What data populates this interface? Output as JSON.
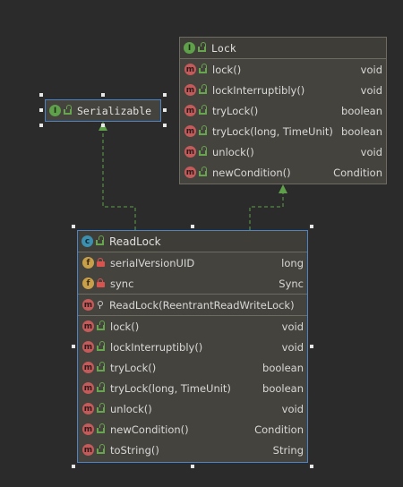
{
  "colors": {
    "background": "#2b2b2b",
    "node_fill": "#45433d",
    "node_border": "#6d6b62",
    "selected_border": "#4d84c8",
    "edge": "#5fa04b",
    "handle": "#e8e8e8"
  },
  "lock": {
    "badge": "I",
    "title": "Lock",
    "methods": [
      {
        "badge": "m",
        "name": "lock()",
        "type": "void"
      },
      {
        "badge": "m",
        "name": "lockInterruptibly()",
        "type": "void"
      },
      {
        "badge": "m",
        "name": "tryLock()",
        "type": "boolean"
      },
      {
        "badge": "m",
        "name": "tryLock(long, TimeUnit)",
        "type": "boolean"
      },
      {
        "badge": "m",
        "name": "unlock()",
        "type": "void"
      },
      {
        "badge": "m",
        "name": "newCondition()",
        "type": "Condition"
      }
    ]
  },
  "serializable": {
    "badge": "I",
    "title": "Serializable"
  },
  "readlock": {
    "badge": "c",
    "title": "ReadLock",
    "fields": [
      {
        "badge": "f",
        "name": "serialVersionUID",
        "type": "long"
      },
      {
        "badge": "f",
        "name": "sync",
        "type": "Sync"
      }
    ],
    "constructors": [
      {
        "badge": "m",
        "name": "ReadLock(ReentrantReadWriteLock)",
        "type": ""
      }
    ],
    "methods": [
      {
        "badge": "m",
        "name": "lock()",
        "type": "void"
      },
      {
        "badge": "m",
        "name": "lockInterruptibly()",
        "type": "void"
      },
      {
        "badge": "m",
        "name": "tryLock()",
        "type": "boolean"
      },
      {
        "badge": "m",
        "name": "tryLock(long, TimeUnit)",
        "type": "boolean"
      },
      {
        "badge": "m",
        "name": "unlock()",
        "type": "void"
      },
      {
        "badge": "m",
        "name": "newCondition()",
        "type": "Condition"
      },
      {
        "badge": "m",
        "name": "toString()",
        "type": "String"
      }
    ]
  }
}
